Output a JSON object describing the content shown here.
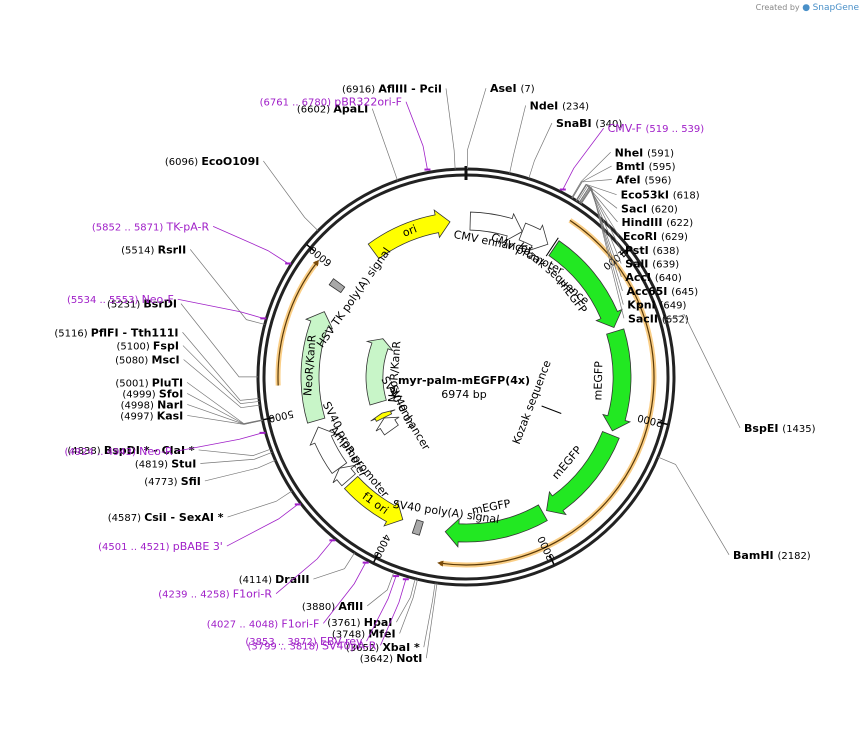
{
  "credit": {
    "prefix": "Created by",
    "brand": "SnapGene"
  },
  "plasmid": {
    "name": "myr-palm-mEGFP(4x)",
    "length_label": "6974 bp",
    "length": 6974
  },
  "ruler": [
    "1000",
    "2000",
    "3000",
    "4000",
    "5000",
    "6000"
  ],
  "colors": {
    "gfp": "#22e822",
    "ori": "#ffff00",
    "neo": "#c8f5c8",
    "promoter": "#ffffff",
    "polyA": "#a8a8a8",
    "primer": "#a020c8",
    "orange": "#f5a623"
  },
  "enzymes": [
    {
      "name": "AseI",
      "pos": "(7)",
      "bp": 7
    },
    {
      "name": "NdeI",
      "pos": "(234)",
      "bp": 234
    },
    {
      "name": "SnaBI",
      "pos": "(340)",
      "bp": 340
    },
    {
      "name": "NheI",
      "pos": "(591)",
      "bp": 591
    },
    {
      "name": "BmtI",
      "pos": "(595)",
      "bp": 595
    },
    {
      "name": "AfeI",
      "pos": "(596)",
      "bp": 596
    },
    {
      "name": "Eco53kI",
      "pos": "(618)",
      "bp": 618
    },
    {
      "name": "SacI",
      "pos": "(620)",
      "bp": 620
    },
    {
      "name": "HindIII",
      "pos": "(622)",
      "bp": 622
    },
    {
      "name": "EcoRI",
      "pos": "(629)",
      "bp": 629
    },
    {
      "name": "PstI",
      "pos": "(638)",
      "bp": 638
    },
    {
      "name": "SalI",
      "pos": "(639)",
      "bp": 639
    },
    {
      "name": "AccI",
      "pos": "(640)",
      "bp": 640
    },
    {
      "name": "Acc65I",
      "pos": "(645)",
      "bp": 645
    },
    {
      "name": "KpnI",
      "pos": "(649)",
      "bp": 649
    },
    {
      "name": "SacII",
      "pos": "(652)",
      "bp": 652
    },
    {
      "name": "BspEI",
      "pos": "(1435)",
      "bp": 1435
    },
    {
      "name": "BamHI",
      "pos": "(2182)",
      "bp": 2182
    },
    {
      "name": "NotI",
      "pos": "(3642)",
      "bp": 3642
    },
    {
      "name": "XbaI *",
      "pos": "(3652)",
      "bp": 3652
    },
    {
      "name": "MfeI",
      "pos": "(3748)",
      "bp": 3748
    },
    {
      "name": "HpaI",
      "pos": "(3761)",
      "bp": 3761
    },
    {
      "name": "AflII",
      "pos": "(3880)",
      "bp": 3880
    },
    {
      "name": "DraIII",
      "pos": "(4114)",
      "bp": 4114
    },
    {
      "name": "CsiI  - SexAI *",
      "pos": "(4587)",
      "bp": 4587
    },
    {
      "name": "SfiI",
      "pos": "(4773)",
      "bp": 4773
    },
    {
      "name": "StuI",
      "pos": "(4819)",
      "bp": 4819
    },
    {
      "name": "BspDI *  - ClaI *",
      "pos": "(4838)",
      "bp": 4838
    },
    {
      "name": "KasI",
      "pos": "(4997)",
      "bp": 4997
    },
    {
      "name": "NarI",
      "pos": "(4998)",
      "bp": 4998
    },
    {
      "name": "SfoI",
      "pos": "(4999)",
      "bp": 4999
    },
    {
      "name": "PluTI",
      "pos": "(5001)",
      "bp": 5001
    },
    {
      "name": "MscI",
      "pos": "(5080)",
      "bp": 5080
    },
    {
      "name": "FspI",
      "pos": "(5100)",
      "bp": 5100
    },
    {
      "name": "PflFI  - Tth111I",
      "pos": "(5116)",
      "bp": 5116
    },
    {
      "name": "BsrDI",
      "pos": "(5231)",
      "bp": 5231
    },
    {
      "name": "RsrII",
      "pos": "(5514)",
      "bp": 5514
    },
    {
      "name": "EcoO109I",
      "pos": "(6096)",
      "bp": 6096
    },
    {
      "name": "ApaLI",
      "pos": "(6602)",
      "bp": 6602
    },
    {
      "name": "AflIII  - PciI",
      "pos": "(6916)",
      "bp": 6916
    }
  ],
  "primers": [
    {
      "name": "CMV-F",
      "pos": "(519 .. 539)",
      "bp": 529
    },
    {
      "name": "EBV-rev",
      "pos": "(3853 .. 3872)",
      "bp": 3862
    },
    {
      "name": "SV40pA-R",
      "pos": "(3799 .. 3818)",
      "bp": 3808
    },
    {
      "name": "F1ori-F",
      "pos": "(4027 .. 4048)",
      "bp": 4037
    },
    {
      "name": "F1ori-R",
      "pos": "(4239 .. 4258)",
      "bp": 4248
    },
    {
      "name": "pBABE 3'",
      "pos": "(4501 .. 4521)",
      "bp": 4511
    },
    {
      "name": "Neo-R",
      "pos": "(4924 .. 4943)",
      "bp": 4933
    },
    {
      "name": "Neo-F",
      "pos": "(5534 .. 5553)",
      "bp": 5543
    },
    {
      "name": "TK-pA-R",
      "pos": "(5852 .. 5871)",
      "bp": 5861
    },
    {
      "name": "pBR322ori-F",
      "pos": "(6761 .. 6780)",
      "bp": 6770
    }
  ],
  "features": [
    {
      "label": "CMV enhancer",
      "start": 30,
      "end": 410,
      "type": "promoter",
      "dir": 1
    },
    {
      "label": "CMV promoter",
      "start": 410,
      "end": 613,
      "type": "promoter",
      "dir": 1
    },
    {
      "label": "Kozak sequence",
      "start": 650,
      "end": 660,
      "type": "mark",
      "dir": 1
    },
    {
      "label": "mEGFP",
      "start": 665,
      "end": 1385,
      "type": "gfp",
      "dir": 1
    },
    {
      "label": "mEGFP",
      "start": 1415,
      "end": 2135,
      "type": "gfp",
      "dir": 1
    },
    {
      "label": "mEGFP",
      "start": 2165,
      "end": 2885,
      "type": "gfp",
      "dir": 1
    },
    {
      "label": "mEGFP",
      "start": 2915,
      "end": 3635,
      "type": "gfp",
      "dir": 1
    },
    {
      "label": "SV40 poly(A) signal",
      "start": 3770,
      "end": 3890,
      "type": "polyA",
      "dir": 1
    },
    {
      "label": "f1 ori",
      "start": 3950,
      "end": 4406,
      "type": "ori",
      "dir": -1
    },
    {
      "label": "AmpR promoter",
      "start": 4432,
      "end": 4537,
      "type": "promoter",
      "dir": 1
    },
    {
      "label": "SV40 promoter",
      "start": 4538,
      "end": 4868,
      "type": "promoter",
      "dir": 1
    },
    {
      "label": "NeoR/KanR",
      "start": 4916,
      "end": 5710,
      "type": "neo",
      "dir": 1
    },
    {
      "label": "HSV TK poly(A) signal",
      "start": 5890,
      "end": 5938,
      "type": "polyA",
      "dir": -1
    },
    {
      "label": "ori",
      "start": 6270,
      "end": 6860,
      "type": "ori",
      "dir": 1
    }
  ],
  "inner_features": [
    {
      "label": "NeoR/KanR",
      "start": 4916,
      "end": 5710,
      "type": "neo",
      "dir": 1
    },
    {
      "label": "SV40 ori",
      "start": 4720,
      "end": 4780,
      "type": "ori",
      "dir": 1
    },
    {
      "label": "SV40 enhancer",
      "start": 4545,
      "end": 4715,
      "type": "promoter",
      "dir": 1
    },
    {
      "label": "Kozak sequence",
      "start": 2150,
      "end": 2160,
      "type": "mark",
      "dir": 1
    }
  ],
  "orange_arcs": [
    {
      "start": 650,
      "end": 3640,
      "dir": 1
    },
    {
      "start": 5180,
      "end": 5960,
      "dir": 1
    }
  ]
}
